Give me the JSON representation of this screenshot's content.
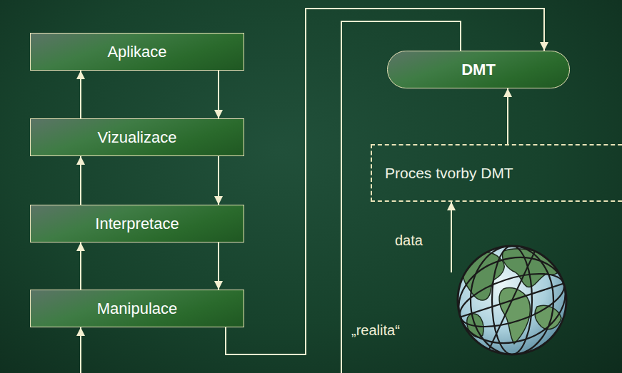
{
  "diagram": {
    "nodes": [
      {
        "text": [
          "Aplikace"
        ]
      },
      {
        "text": [
          "Vizualizace"
        ]
      },
      {
        "text": [
          "Interpretace"
        ]
      },
      {
        "text": [
          "Manipulace"
        ]
      },
      {
        "text": [
          "DMT"
        ]
      },
      {
        "text": [
          "Proces tvorby DMT"
        ]
      }
    ],
    "edges": [
      {
        "from": 1,
        "to": 0,
        "arrow": "to"
      },
      {
        "from": 0,
        "to": 1,
        "arrow": "to"
      },
      {
        "from": 2,
        "to": 1,
        "arrow": "to"
      },
      {
        "from": 1,
        "to": 2,
        "arrow": "to"
      },
      {
        "from": 3,
        "to": 2,
        "arrow": "to"
      },
      {
        "from": 2,
        "to": 3,
        "arrow": "to"
      },
      {
        "from": 3,
        "to": 4,
        "arrow": "to"
      },
      {
        "from": 5,
        "to": 4,
        "arrow": "to"
      }
    ],
    "labels": [
      "data",
      "„realita“"
    ]
  }
}
